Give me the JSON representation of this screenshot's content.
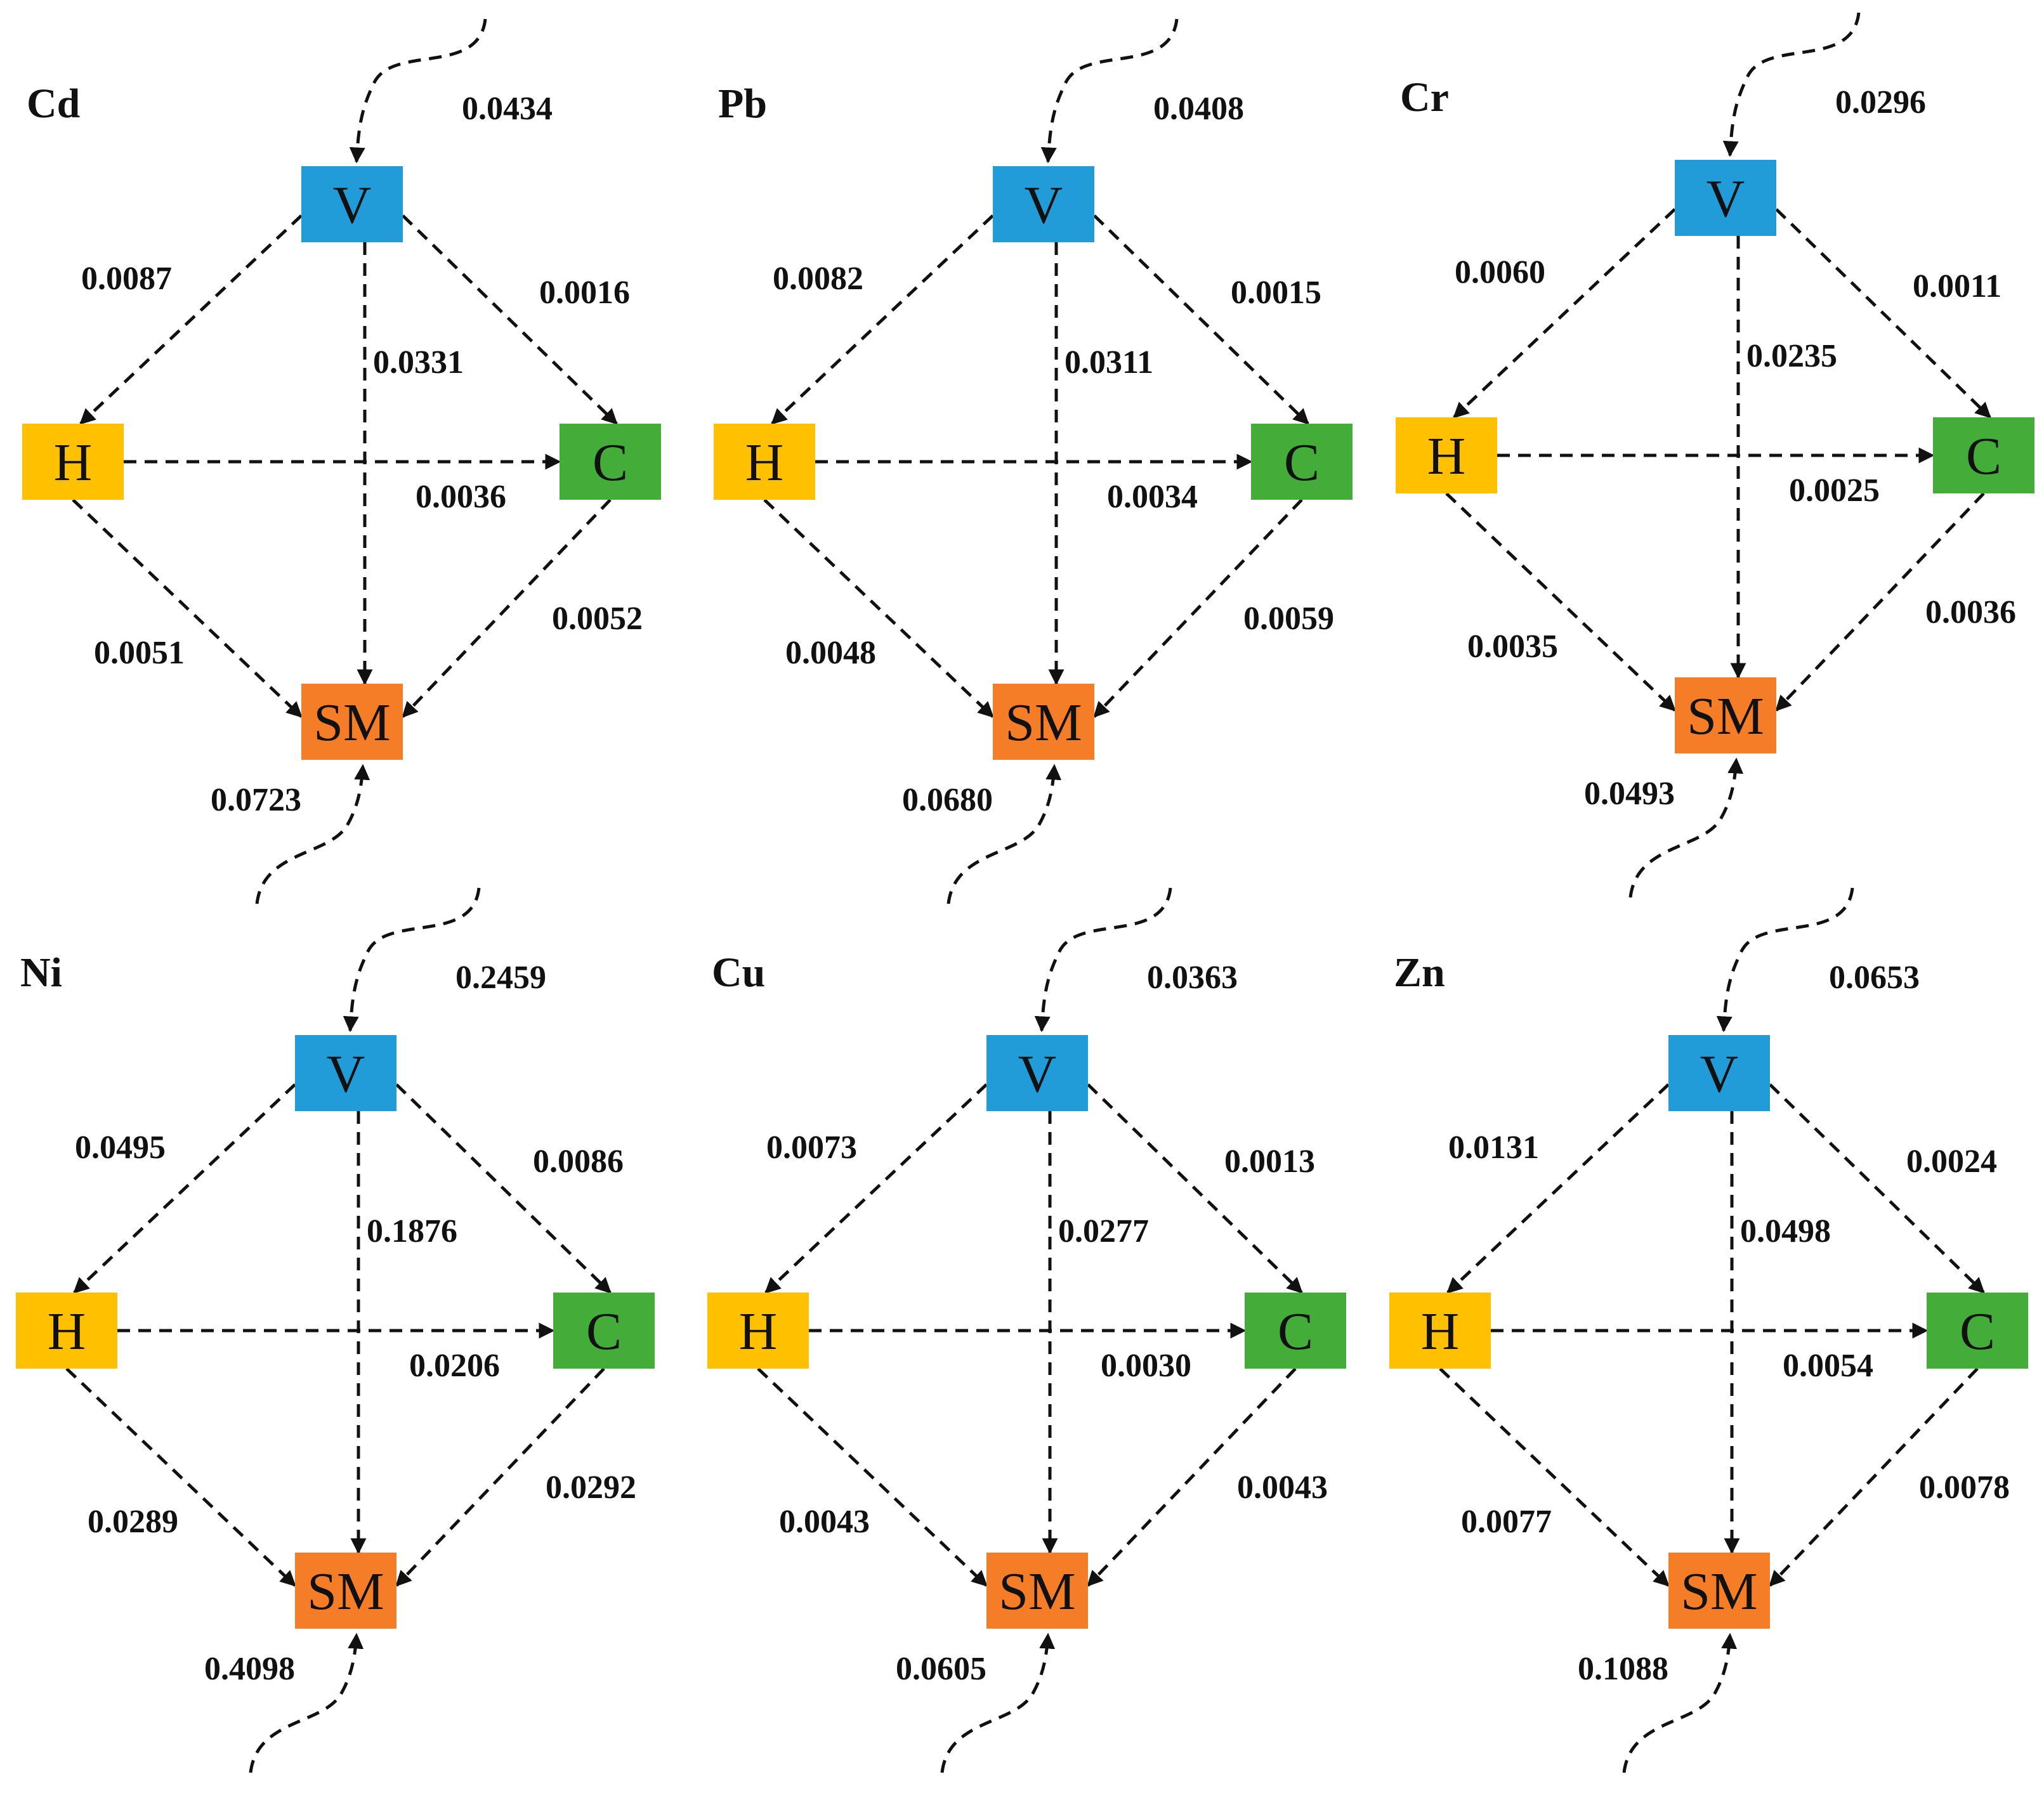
{
  "node_labels": {
    "V": "V",
    "H": "H",
    "C": "C",
    "SM": "SM"
  },
  "colors": {
    "V": "#229bd9",
    "H": "#ffc000",
    "C": "#44ad3a",
    "SM": "#f57d28",
    "edge": "#111111"
  },
  "panels": [
    {
      "title": "Cd",
      "weights": {
        "in_v": "0.0434",
        "v_h": "0.0087",
        "v_c": "0.0016",
        "v_sm": "0.0331",
        "h_c": "0.0036",
        "h_sm": "0.0051",
        "c_sm": "0.0052",
        "in_sm": "0.0723"
      }
    },
    {
      "title": "Pb",
      "weights": {
        "in_v": "0.0408",
        "v_h": "0.0082",
        "v_c": "0.0015",
        "v_sm": "0.0311",
        "h_c": "0.0034",
        "h_sm": "0.0048",
        "c_sm": "0.0059",
        "in_sm": "0.0680"
      }
    },
    {
      "title": "Cr",
      "weights": {
        "in_v": "0.0296",
        "v_h": "0.0060",
        "v_c": "0.0011",
        "v_sm": "0.0235",
        "h_c": "0.0025",
        "h_sm": "0.0035",
        "c_sm": "0.0036",
        "in_sm": "0.0493"
      }
    },
    {
      "title": "Ni",
      "weights": {
        "in_v": "0.2459",
        "v_h": "0.0495",
        "v_c": "0.0086",
        "v_sm": "0.1876",
        "h_c": "0.0206",
        "h_sm": "0.0289",
        "c_sm": "0.0292",
        "in_sm": "0.4098"
      }
    },
    {
      "title": "Cu",
      "weights": {
        "in_v": "0.0363",
        "v_h": "0.0073",
        "v_c": "0.0013",
        "v_sm": "0.0277",
        "h_c": "0.0030",
        "h_sm": "0.0043",
        "c_sm": "0.0043",
        "in_sm": "0.0605"
      }
    },
    {
      "title": "Zn",
      "weights": {
        "in_v": "0.0653",
        "v_h": "0.0131",
        "v_c": "0.0024",
        "v_sm": "0.0498",
        "h_c": "0.0054",
        "h_sm": "0.0077",
        "c_sm": "0.0078",
        "in_sm": "0.1088"
      }
    }
  ]
}
